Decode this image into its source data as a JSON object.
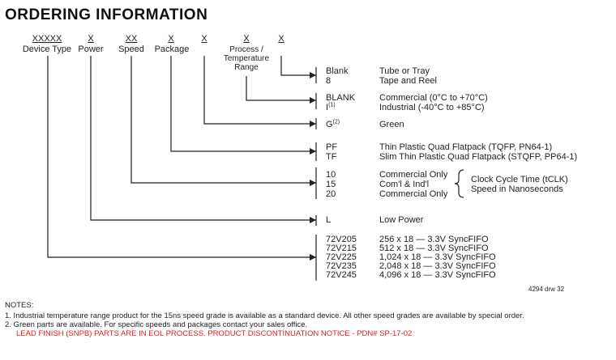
{
  "title": "ORDERING INFORMATION",
  "fields": [
    {
      "code": "XXXXX",
      "label": "Device Type"
    },
    {
      "code": "X",
      "label": "Power"
    },
    {
      "code": "XX",
      "label": "Speed"
    },
    {
      "code": "X",
      "label": "Package"
    },
    {
      "code": "X",
      "label": ""
    },
    {
      "code": "X",
      "label_lines": [
        "Process /",
        "Temperature",
        "Range"
      ]
    },
    {
      "code": "X",
      "label": ""
    }
  ],
  "options": {
    "packing": {
      "codes": [
        "Blank",
        "8"
      ],
      "descs": [
        "Tube or Tray",
        "Tape and Reel"
      ]
    },
    "temperature": {
      "codes": [
        "BLANK",
        "I"
      ],
      "code_sup": "(1)",
      "descs": [
        "Commercial (0°C to +70°C)",
        "Industrial (-40°C to +85°C)"
      ]
    },
    "green": {
      "code": "G",
      "code_sup": "(2)",
      "desc": "Green"
    },
    "package": {
      "codes": [
        "PF",
        "TF"
      ],
      "descs": [
        "Thin Plastic Quad Flatpack (TQFP, PN64-1)",
        "Slim Thin Plastic Quad Flatpack (STQFP, PP64-1)"
      ]
    },
    "speed": {
      "codes": [
        "10",
        "15",
        "20"
      ],
      "descs": [
        "Commercial Only",
        "Com'l & Ind'l",
        "Commercial Only"
      ],
      "note_lines": [
        "Clock Cycle Time (tCLK)",
        "Speed in Nanoseconds"
      ]
    },
    "power": {
      "code": "L",
      "desc": "Low Power"
    },
    "device": {
      "codes": [
        "72V205",
        "72V215",
        "72V225",
        "72V235",
        "72V245"
      ],
      "descs": [
        "256 x 18 — 3.3V SyncFIFO",
        "512 x 18 — 3.3V SyncFIFO",
        "1,024 x 18 — 3.3V SyncFIFO",
        "2,048 x 18 — 3.3V SyncFIFO",
        "4,096 x 18 — 3.3V SyncFIFO"
      ]
    }
  },
  "drawing_number": "4294 drw 32",
  "notes": {
    "heading": "NOTES:",
    "items": [
      "1.  Industrial temperature range product for the 15ns speed grade is available as a standard device. All other speed grades are available by special order.",
      "2.  Green parts are available. For specific speeds and packages contact your sales office."
    ],
    "eol": "LEAD FINISH (SNPB) PARTS ARE IN EOL PROCESS. PRODUCT DISCONTINUATION NOTICE - PDN# SP-17-02"
  }
}
